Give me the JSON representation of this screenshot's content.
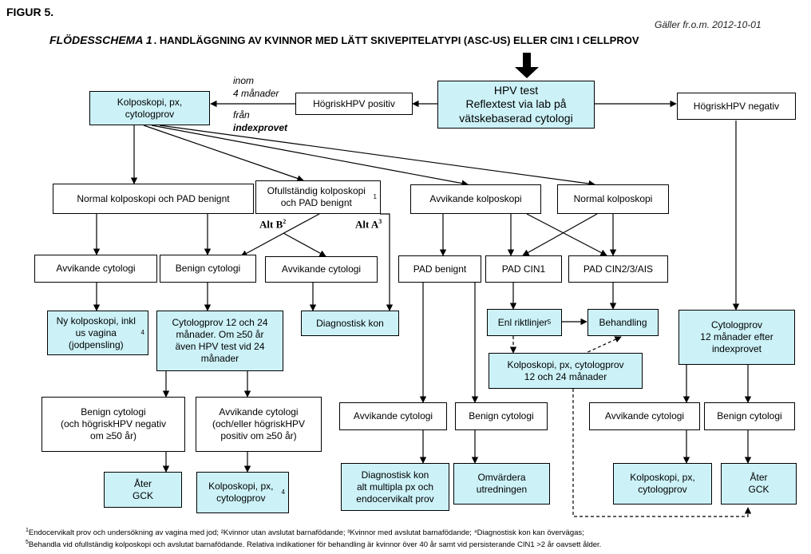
{
  "figure_label": "FIGUR 5.",
  "valid_from": "Gäller fr.o.m. 2012-10-01",
  "title": {
    "prefix": "FLÖDESSCHEMA 1",
    "text": ". HANDLÄGGNING AV KVINNOR MED LÄTT SKIVEPITELATYPI (ASC-US) ELLER CIN1 I CELLPROV"
  },
  "boxes": {
    "hpv_test": "HPV test\nReflextest via lab på\nvätskebaserad cytologi",
    "hpv_positive": "HögriskHPV positiv",
    "hpv_negative": "HögriskHPV negativ",
    "kolposkopi_top": "Kolposkopi, px,\ncytologprov",
    "normal_kolpo_pad": "Normal kolposkopi och PAD benignt",
    "ofullstandig": "Ofullständig kolposkopi\noch PAD benignt",
    "avvikande_kolpo": "Avvikande kolposkopi",
    "normal_kolpo": "Normal kolposkopi",
    "avvikande_cyt_1": "Avvikande cytologi",
    "benign_cyt_1": "Benign cytologi",
    "avvikande_cyt_2": "Avvikande cytologi",
    "pad_benignt": "PAD benignt",
    "pad_cin1": "PAD CIN1",
    "pad_cin2": "PAD CIN2/3/AIS",
    "ny_kolpo": "Ny kolposkopi,\ninkl us vagina\n(jodpensling)",
    "cytologprov_12_24": "Cytologprov 12 och 24\nmånader. Om ≥50 år\näven HPV test vid 24\nmånader",
    "diagnostisk_kon": "Diagnostisk kon",
    "enl_riktlinjer": "Enl riktlinjer",
    "behandling": "Behandling",
    "kolpo_12_24": "Kolposkopi, px, cytologprov\n12 och 24 månader",
    "cytologprov_12_efter": "Cytologprov\n12 månader efter\nindexprovet",
    "benign_cyt_hpv_neg": "Benign cytologi\n(och högriskHPV negativ\nom ≥50 år)",
    "avvikande_cyt_hpv_pos": "Avvikande cytologi\n(och/eller högriskHPV\npositiv om ≥50 år)",
    "avvikande_cyt_3": "Avvikande cytologi",
    "benign_cyt_3": "Benign cytologi",
    "avvikande_cyt_4": "Avvikande cytologi",
    "benign_cyt_4": "Benign cytologi",
    "ater_gck_1": "Åter\nGCK",
    "kolpo_bottom_1": "Kolposkopi, px,\ncytologprov",
    "diagnostisk_kon_multi": "Diagnostisk  kon\nalt multipla px och\nendocervikalt prov",
    "omvardera": "Omvärdera\nutredningen",
    "kolpo_bottom_2": "Kolposkopi, px,\ncytologprov",
    "ater_gck_2": "Åter\nGCK"
  },
  "superscripts": {
    "ofullstandig": "1",
    "ny_kolpo": "4",
    "enl_riktlinjer": "5",
    "avvikande_cyt_hpv_pos_kolpo": "4",
    "alt_b": "2",
    "alt_a": "3"
  },
  "notes": {
    "inom_1": "inom",
    "inom_2": "4 månader",
    "fran": "från",
    "indexprovet": "indexprovet",
    "alt_b": "Alt B",
    "alt_a": "Alt A"
  },
  "footnotes": {
    "line1": "Endocervikalt prov och undersökning av vagina med jod; ²Kvinnor utan avslutat barnafödande; ³Kvinnor med avslutat barnafödande; ⁴Diagnostisk kon kan övervägas;",
    "line1_sup": "1",
    "line2": "Behandla vid ofullständig kolposkopi och avslutat barnafödande. Relativa indikationer för behandling är kvinnor över 40 år samt vid persisterande CIN1 >2 år oavsett ålder.",
    "line2_sup": "5"
  },
  "colors": {
    "box_fill": "#ccf2f8",
    "border": "#000000"
  }
}
